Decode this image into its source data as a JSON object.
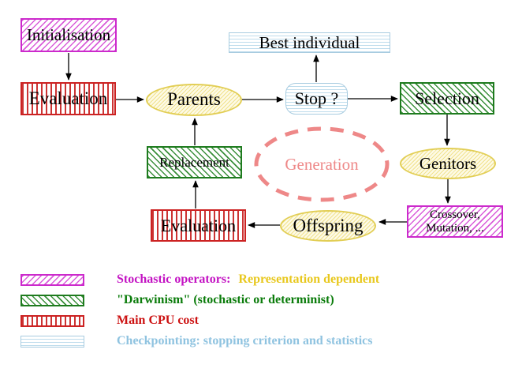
{
  "diagram": {
    "nodes": {
      "initialisation": {
        "label": "Initialisation"
      },
      "evaluation_top": {
        "label": "Evaluation"
      },
      "parents": {
        "label": "Parents"
      },
      "best_individual": {
        "label": "Best individual"
      },
      "stop": {
        "label": "Stop ?"
      },
      "selection": {
        "label": "Selection"
      },
      "replacement": {
        "label": "Replacement"
      },
      "generation": {
        "label": "Generation"
      },
      "genitors": {
        "label": "Genitors"
      },
      "evaluation_bottom": {
        "label": "Evaluation"
      },
      "offspring": {
        "label": "Offspring"
      },
      "crossover": {
        "line1": "Crossover,",
        "line2": "Mutation, ..."
      }
    },
    "colors": {
      "stochastic_magenta": "#cc2acc",
      "darwinism_green": "#1e7b1e",
      "cpu_red": "#cc2222",
      "checkpoint_blue": "#a8cce0",
      "operator_yellow": "#e2ce55",
      "generation_salmon": "#ee8888",
      "arrow_black": "#000000"
    }
  },
  "legend": {
    "items": [
      {
        "label": "Stochastic operators:",
        "label2": "Representation dependent"
      },
      {
        "label": "\"Darwinism\" (stochastic or determinist)"
      },
      {
        "label": "Main CPU cost"
      },
      {
        "label": "Checkpointing: stopping criterion and statistics"
      }
    ]
  }
}
